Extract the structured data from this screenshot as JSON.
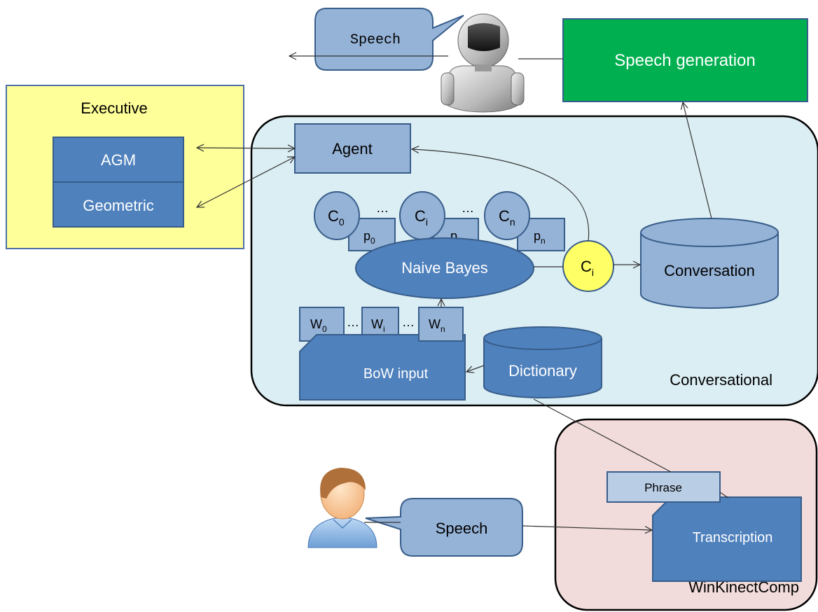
{
  "colors": {
    "light_blue_fill": "#95B3D7",
    "dark_blue_fill": "#4F81BD",
    "outline_blue": "#385D8A",
    "executive_fill": "#FFFF99",
    "conversational_fill": "#DBEEF4",
    "winkinect_fill": "#F2DCDB",
    "speech_generation_fill": "#00B050",
    "highlight_yellow": "#FFFF66"
  },
  "top_speech_bubble": {
    "label": "Speech"
  },
  "speech_generation": {
    "label": "Speech generation"
  },
  "executive": {
    "title": "Executive",
    "agm_label": "AGM",
    "geometric_label": "Geometric"
  },
  "conversational": {
    "title": "Conversational",
    "agent_label": "Agent",
    "naive_bayes_label": "Naive Bayes",
    "conversation_label": "Conversation",
    "dictionary_label": "Dictionary",
    "bow_input_label": "BoW input",
    "selected_class": {
      "base": "C",
      "sub": "i"
    },
    "classes": [
      {
        "base": "C",
        "sub": "0",
        "prob_base": "p",
        "prob_sub": "0"
      },
      {
        "base": "C",
        "sub": "i",
        "prob_base": "p",
        "prob_sub": "i"
      },
      {
        "base": "C",
        "sub": "n",
        "prob_base": "p",
        "prob_sub": "n"
      }
    ],
    "class_ellipsis": [
      "…",
      "…"
    ],
    "words": [
      {
        "base": "W",
        "sub": "0"
      },
      {
        "base": "W",
        "sub": "i"
      },
      {
        "base": "W",
        "sub": "n"
      }
    ],
    "word_ellipsis": [
      "…",
      "…"
    ]
  },
  "winkinect": {
    "title": "WinKinectComp",
    "phrase_label": "Phrase",
    "transcription_label": "Transcription"
  },
  "bottom_speech_bubble": {
    "label": "Speech"
  },
  "icons": {
    "robot": "robot-icon",
    "user": "user-icon"
  }
}
